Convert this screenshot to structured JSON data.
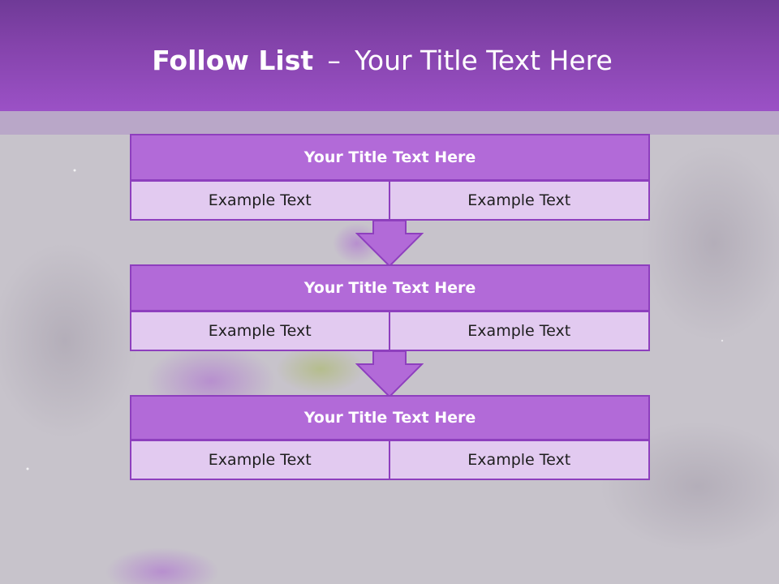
{
  "header": {
    "title_bold": "Follow List",
    "title_separator": "–",
    "title_rest": "Your Title Text Here"
  },
  "blocks": [
    {
      "title": "Your Title Text Here",
      "cells": [
        "Example Text",
        "Example Text"
      ]
    },
    {
      "title": "Your Title Text Here",
      "cells": [
        "Example Text",
        "Example Text"
      ]
    },
    {
      "title": "Your Title Text Here",
      "cells": [
        "Example Text",
        "Example Text"
      ]
    }
  ],
  "colors": {
    "header": "#8443ab",
    "block_title": "#b26ad8",
    "block_cell": "#e2caf0",
    "border": "#8e3fbe",
    "arrow": "#b26ad8",
    "background": "#c7c3cb"
  },
  "icons": {
    "flow_arrow": "arrow-down-icon"
  }
}
